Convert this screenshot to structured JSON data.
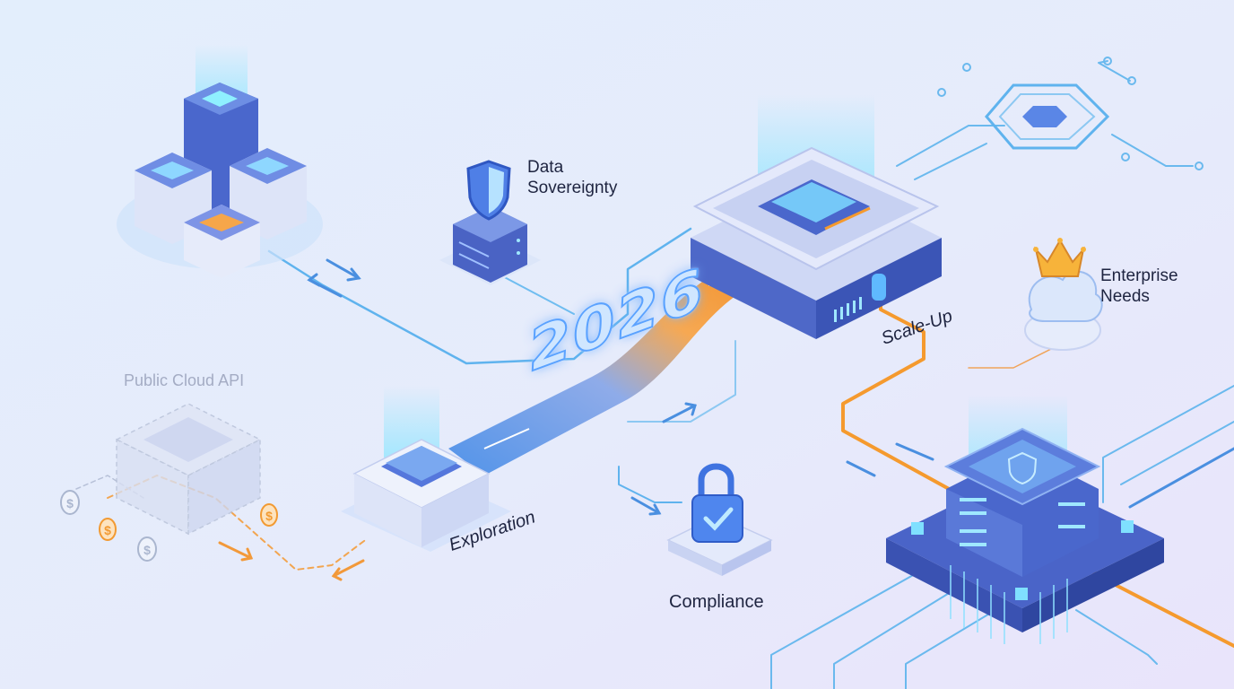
{
  "labels": {
    "data_sovereignty_line1": "Data",
    "data_sovereignty_line2": "Sovereignty",
    "enterprise_needs_line1": "Enterprise",
    "enterprise_needs_line2": "Needs",
    "compliance": "Compliance",
    "public_cloud_api": "Public Cloud API",
    "exploration": "Exploration",
    "scale_up": "Scale-Up",
    "year": "2026"
  },
  "colors": {
    "background_left": "#e2edfb",
    "background_right": "#e6e2fb",
    "server_blue": "#4a67cc",
    "glow_cyan": "#7fe0ff",
    "path_orange": "#f59a2e",
    "circuit_blue": "#5bb0ee",
    "label_text": "#1e2440",
    "faded_text": "#a4acc4"
  },
  "icons": [
    "server-cluster-icon",
    "shield-icon",
    "server-stack-icon",
    "hexagon-chip-icon",
    "castle-datacenter-icon",
    "crown-icon",
    "cloud-icon",
    "padlock-icon",
    "secure-server-icon",
    "ghost-cube-icon",
    "dollar-coin-icon",
    "chip-block-icon"
  ]
}
